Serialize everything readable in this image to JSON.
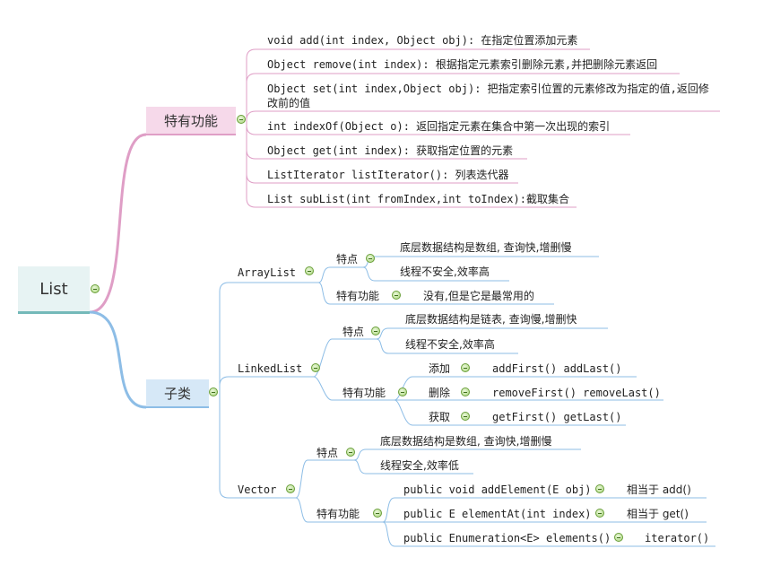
{
  "mindmap": {
    "root": "List",
    "branches": {
      "special": {
        "label": "特有功能",
        "items": [
          "void add(int index, Object obj): 在指定位置添加元素",
          "Object remove(int index): 根据指定元素索引删除元素,并把删除元素返回",
          "Object set(int index,Object obj): 把指定索引位置的元素修改为指定的值,返回修改前的值",
          "int indexOf(Object o): 返回指定元素在集合中第一次出现的索引",
          "Object get(int index): 获取指定位置的元素",
          "ListIterator listIterator(): 列表迭代器",
          "List subList(int fromIndex,int toIndex):截取集合"
        ]
      },
      "subclasses": {
        "label": "子类",
        "arraylist": {
          "label": "ArrayList",
          "traits_label": "特点",
          "traits": [
            "底层数据结构是数组, 查询快,增删慢",
            "线程不安全,效率高"
          ],
          "features_label": "特有功能",
          "features_value": "没有,但是它是最常用的"
        },
        "linkedlist": {
          "label": "LinkedList",
          "traits_label": "特点",
          "traits": [
            "底层数据结构是链表, 查询慢,增删快",
            "线程不安全,效率高"
          ],
          "features_label": "特有功能",
          "add_label": "添加",
          "add_methods": "addFirst()  addLast()",
          "remove_label": "删除",
          "remove_methods": "removeFirst() removeLast()",
          "get_label": "获取",
          "get_methods": "getFirst() getLast()"
        },
        "vector": {
          "label": "Vector",
          "traits_label": "特点",
          "traits": [
            "底层数据结构是数组, 查询快,增删慢",
            "线程安全,效率低"
          ],
          "features_label": "特有功能",
          "methods": [
            {
              "sig": "public void addElement(E obj)",
              "eq": "相当于 add()"
            },
            {
              "sig": "public E elementAt(int index)",
              "eq": "相当于 get()"
            },
            {
              "sig": "public Enumeration<E> elements()",
              "eq": "iterator()"
            }
          ]
        }
      }
    }
  }
}
